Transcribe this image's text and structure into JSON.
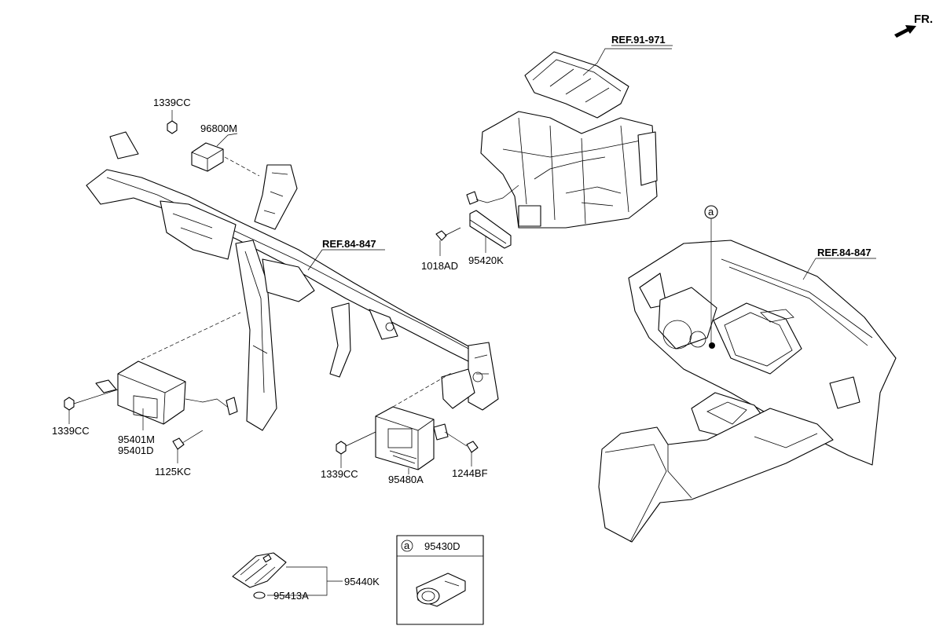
{
  "orientation": {
    "label": "FR."
  },
  "references": {
    "hvac_unit": "REF.91-971",
    "crash_pad_beam": "REF.84-847",
    "crash_pad_dash": "REF.84-847"
  },
  "parts": {
    "nut_top": "1339CC",
    "module_96800M": "96800M",
    "bolt_1018AD": "1018AD",
    "antenna_95420K": "95420K",
    "nut_left": "1339CC",
    "module_95401M": "95401M",
    "module_95401D": "95401D",
    "bolt_1125KC": "1125KC",
    "nut_mid": "1339CC",
    "module_95480A": "95480A",
    "bolt_1244BF": "1244BF",
    "smart_key": "95440K",
    "battery": "95413A",
    "start_button": "95430D"
  },
  "callout": {
    "marker": "a",
    "inset_marker": "a"
  }
}
